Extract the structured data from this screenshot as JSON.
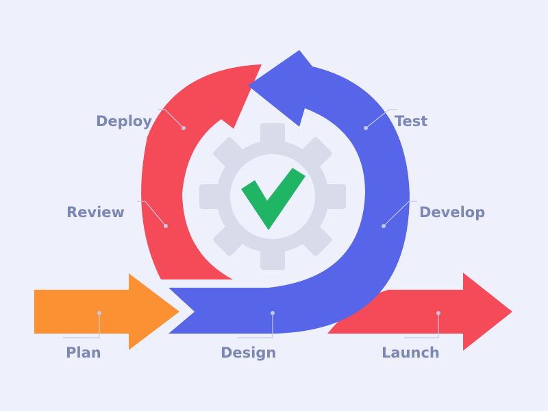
{
  "colors": {
    "background": "#eef0fb",
    "red": "#f54b59",
    "blue": "#5766e8",
    "orange": "#fb9132",
    "gear": "#d8dcea",
    "check": "#1fb565",
    "label": "#7b87b4"
  },
  "center_icon": {
    "gear": "gear-icon",
    "check": "checkmark-icon"
  },
  "labels": {
    "deploy": "Deploy",
    "review": "Review",
    "test": "Test",
    "develop": "Develop",
    "plan": "Plan",
    "design": "Design",
    "launch": "Launch"
  }
}
